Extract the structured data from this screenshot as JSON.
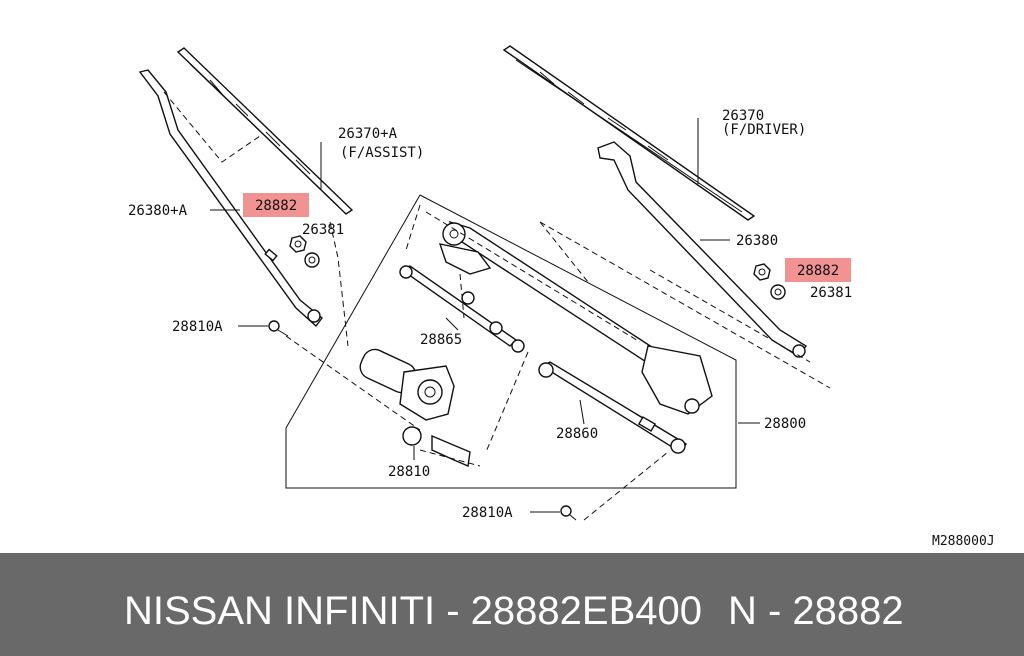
{
  "diagram": {
    "drawing_code": "M288000J",
    "labels": {
      "a26370a": "26370+A",
      "a26370a_sub": "(F/ASSIST)",
      "a26370": "26370",
      "a26370_sub": "(F/DRIVER)",
      "a26380a": "26380+A",
      "a26380": "26380",
      "a28882_left": "28882",
      "a28882_right": "28882",
      "a26381_left": "26381",
      "a26381_right": "26381",
      "a28810a_top": "28810A",
      "a28810a_bottom": "28810A",
      "a28865": "28865",
      "a28860": "28860",
      "a28800": "28800",
      "a28810": "28810"
    },
    "highlight_color": "#f08080"
  },
  "footer": {
    "left_text": "NISSAN INFINITI - 28882EB400",
    "right_text": "N - 28882",
    "background": "#696969"
  }
}
